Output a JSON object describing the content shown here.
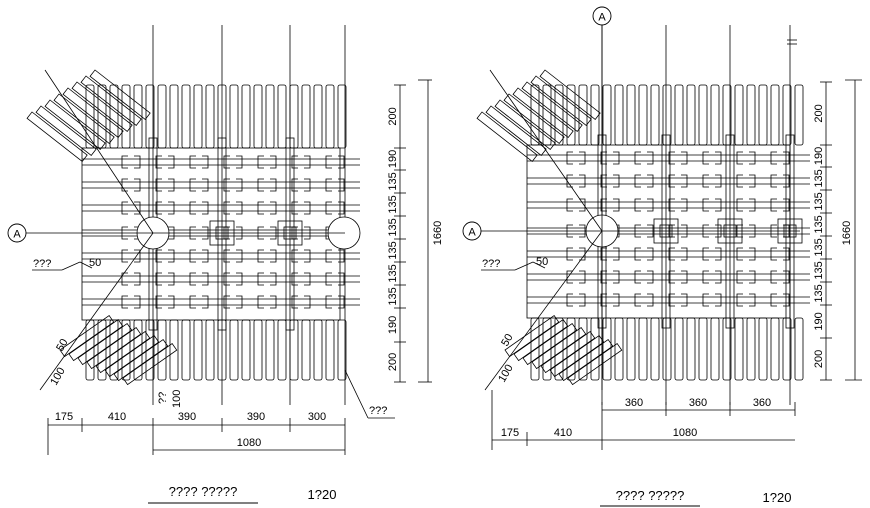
{
  "views": [
    {
      "section_marker": "A",
      "note_left": "???",
      "note_right": "???",
      "note_small": "??",
      "dims_vertical": [
        "200",
        "190",
        "135",
        "135",
        "135",
        "135",
        "135",
        "135",
        "190",
        "200"
      ],
      "dim_total_vertical": "1660",
      "dims_bottom_row1": [
        "175",
        "410",
        "390",
        "390",
        "300"
      ],
      "dim_total_bottom": "1080",
      "dim_50": "50",
      "dim_corner_50": "50",
      "dim_corner_100": "100",
      "dim_100_small": "100",
      "title": "???? ?????",
      "scale": "1?20"
    },
    {
      "section_marker_left": "A",
      "section_marker_top": "A",
      "note_left": "???",
      "dims_vertical": [
        "200",
        "190",
        "135",
        "135",
        "135",
        "135",
        "135",
        "135",
        "190",
        "200"
      ],
      "dim_total_vertical": "1660",
      "dims_bottom_row1": [
        "360",
        "360",
        "360"
      ],
      "dims_bottom_row2": [
        "175",
        "410"
      ],
      "dim_total_bottom": "1080",
      "dim_50": "50",
      "dim_corner_50": "50",
      "dim_corner_100": "100",
      "title": "???? ?????",
      "scale": "1?20"
    }
  ]
}
